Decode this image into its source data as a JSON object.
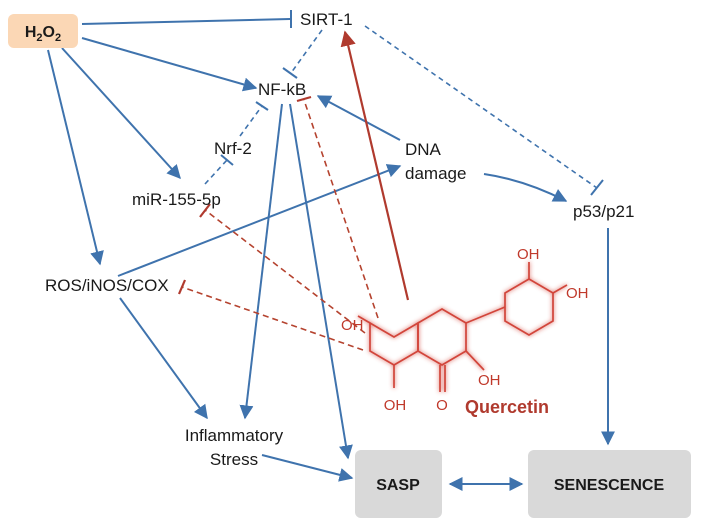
{
  "nodes": {
    "h2o2": {
      "main": "H",
      "sub1": "2",
      "mid": "O",
      "sub2": "2"
    },
    "sirt1": "SIRT-1",
    "nfkb": "NF-kB",
    "nrf2": "Nrf-2",
    "dna_line1": "DNA",
    "dna_line2": "damage",
    "mir": "miR-155-5p",
    "p53": "p53/p21",
    "ros": "ROS/iNOS/COX",
    "inflam_line1": "Inflammatory",
    "inflam_line2": "Stress",
    "sasp": "SASP",
    "senescence": "SENESCENCE"
  },
  "quercetin": {
    "name": "Quercetin",
    "oh": "OH",
    "o": "O"
  },
  "colors": {
    "activation": "#3f73ad",
    "quercetin": "#b03a2e",
    "h2o2_box": "#fbd7b5",
    "grey_box": "#d9d9d9"
  }
}
